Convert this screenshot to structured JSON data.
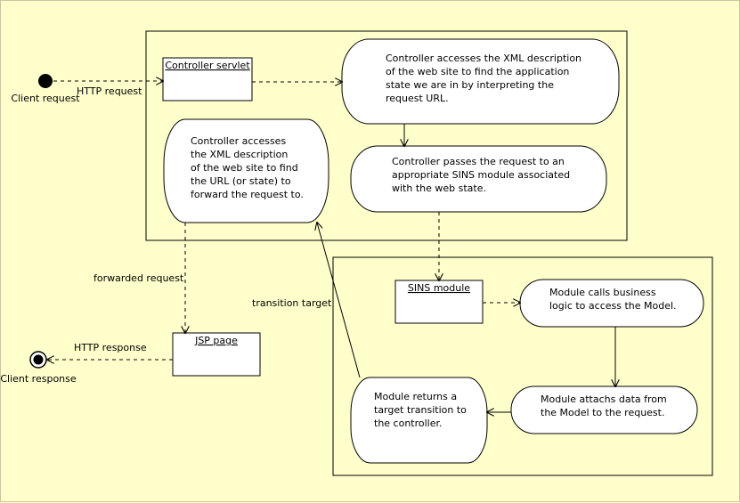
{
  "diagram": {
    "start_label": "Client request",
    "end_label": "Client response",
    "objects": {
      "controller_servlet": "Controller servlet",
      "sins_module": "SINS module",
      "jsp_page": "JSP page"
    },
    "activities": {
      "access_xml": [
        "Controller accesses the XML description",
        "of the web site to find the application",
        "state we are in by interpreting the",
        "request URL."
      ],
      "pass_request": [
        "Controller passes the request to an",
        "appropriate SINS module associated",
        "with the web state."
      ],
      "find_url": [
        "Controller accesses",
        "the XML description",
        "of the web site to find",
        "the URL (or state) to",
        "forward the request to."
      ],
      "calls_logic": [
        "Module calls business",
        "logic to access the Model."
      ],
      "attach_data": [
        "Module attachs data from",
        "the Model to the request."
      ],
      "returns_transition": [
        "Module returns a",
        "target transition to",
        "the controller."
      ]
    },
    "edge_labels": {
      "http_request": "HTTP request",
      "forwarded_request": "forwarded request",
      "transition_target": "transition target",
      "http_response": "HTTP response"
    },
    "colors": {
      "background": "#ffffcc",
      "node_fill": "#ffffff",
      "stroke": "#000000"
    }
  }
}
